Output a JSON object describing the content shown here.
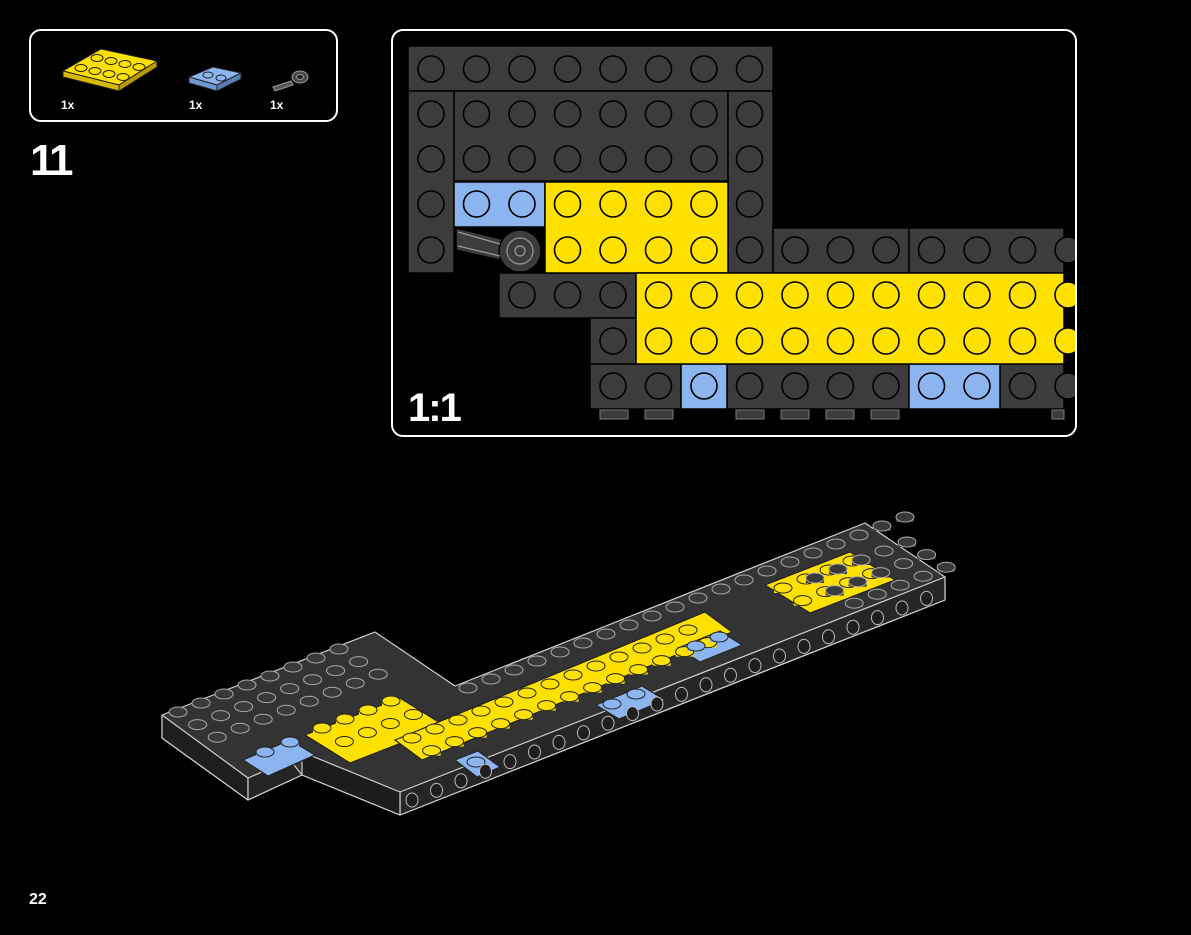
{
  "step": {
    "number": "11"
  },
  "parts": [
    {
      "name": "yellow plate 2x4",
      "qty": "1x"
    },
    {
      "name": "light blue plate 1x2",
      "qty": "1x"
    },
    {
      "name": "dark grey clip piece",
      "qty": "1x"
    }
  ],
  "scale": {
    "label": "1:1"
  },
  "page": {
    "number": "22"
  },
  "colors": {
    "yellow": "#FFE100",
    "light_blue": "#8CB5F0",
    "dark_grey": "#3C3C3C",
    "outline": "#000000",
    "background": "#000000"
  }
}
